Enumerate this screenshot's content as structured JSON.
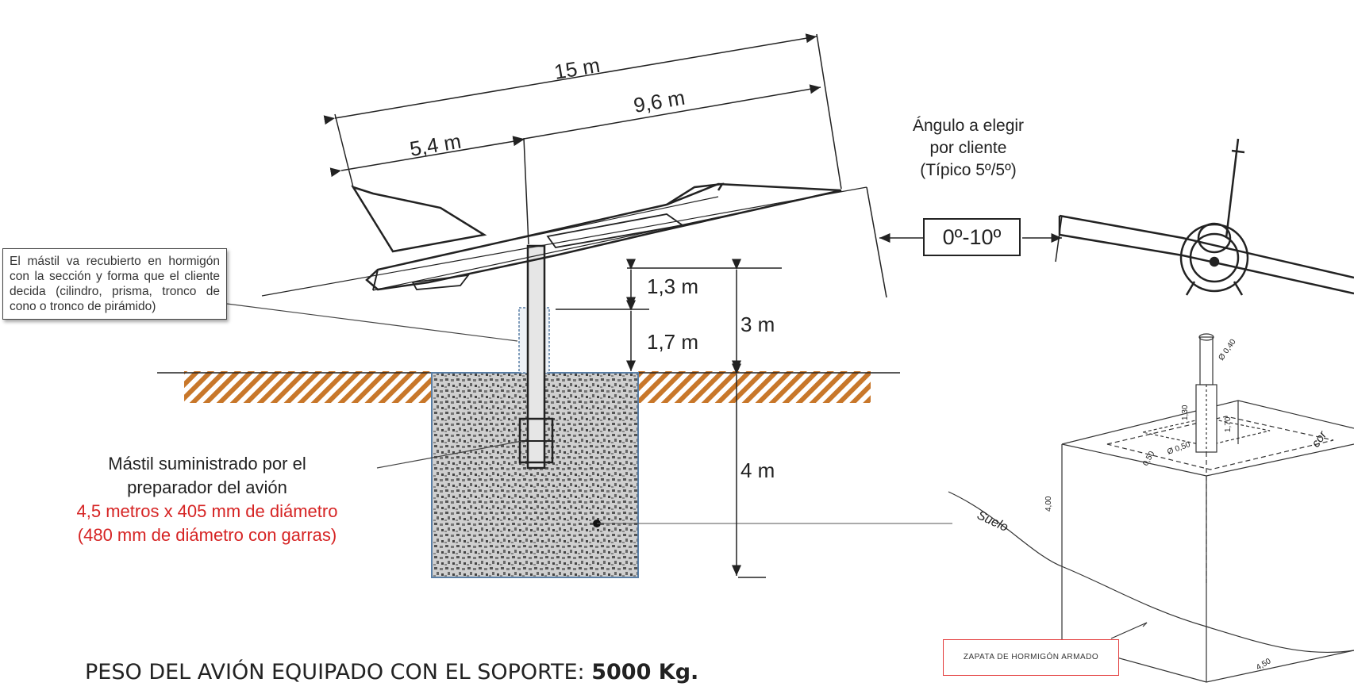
{
  "dimensions": {
    "total_length": "15 m",
    "rear_length": "9,6 m",
    "front_length": "5,4 m",
    "mast_above": "1,3 m",
    "pedestal_height": "1,7 m",
    "total_height": "3 m",
    "foundation_depth": "4 m"
  },
  "angle": {
    "note_line1": "Ángulo a elegir",
    "note_line2": "por cliente",
    "note_line3": "(Típico 5º/5º)",
    "range": "0º-10º"
  },
  "callout": {
    "text": "El mástil va recubierto en hormigón con la sección y forma que el cliente decida (cilindro, prisma, tronco de cono o tronco de pirámido)"
  },
  "mast": {
    "line1": "Mástil suministrado por el",
    "line2": "preparador del avión",
    "red_line1": "4,5 metros x 405 mm de diámetro",
    "red_line2": "(480 mm de diámetro con garras)",
    "red_color": "#d62424"
  },
  "weight": {
    "label": "PESO DEL AVIÓN EQUIPADO CON EL SOPORTE:",
    "value": "5000 Kg."
  },
  "iso_sketch": {
    "ground_label": "Suelo",
    "footing_label": "ZAPATA DE HORMIGÓN ARMADO",
    "dim_depth": "4,00",
    "dim_top": "1,30",
    "dim_pedestal": "1,70",
    "dim_mast": "0,50",
    "dim_diam": "Ø 0,50",
    "dim_base": "4,50",
    "dim_top_phi": "Ø 0,40",
    "side_label": "cor"
  }
}
